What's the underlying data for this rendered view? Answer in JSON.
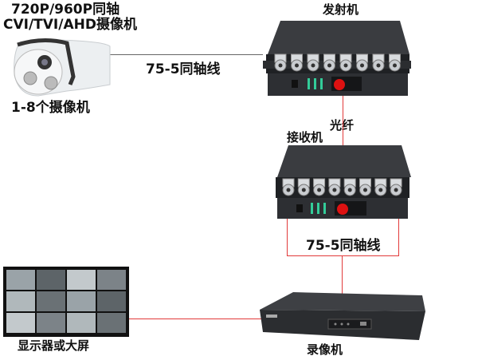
{
  "camera": {
    "title_line1": "720P/960P同轴",
    "title_line2": "CVI/TVI/AHD摄像机",
    "count_label": "1-8个摄像机"
  },
  "links": {
    "coax_top": "75-5同轴线",
    "fiber": "光纤",
    "coax_bottom": "75-5同轴线"
  },
  "transmitter": {
    "label": "发射机",
    "ports": 8
  },
  "receiver": {
    "label": "接收机",
    "ports": 8
  },
  "monitor": {
    "label": "显示器或大屏"
  },
  "dvr": {
    "label": "录像机"
  },
  "colors": {
    "link_red": "#e23a3a",
    "device_dark": "#2b2d30",
    "coax_grey": "#666666"
  }
}
